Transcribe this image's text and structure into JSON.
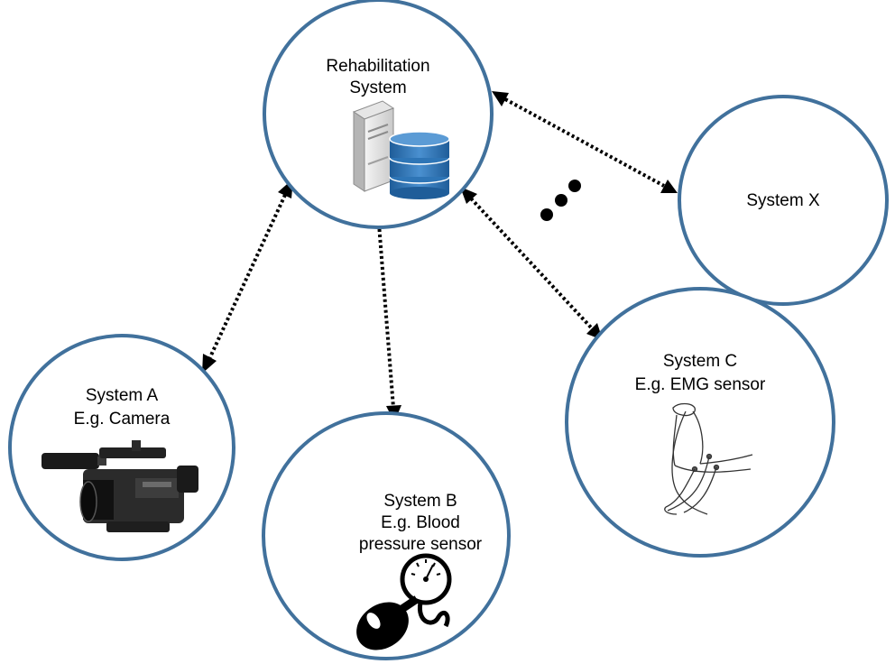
{
  "diagram": {
    "nodes": {
      "rehab": {
        "line1": "Rehabilitation",
        "line2": "System",
        "icon": "server-database-icon"
      },
      "system_a": {
        "line1": "System A",
        "line2": "E.g. Camera",
        "icon": "video-camera-icon"
      },
      "system_b": {
        "line1": "System B",
        "line2": "E.g. Blood",
        "line3": "pressure sensor",
        "icon": "blood-pressure-gauge-icon"
      },
      "system_c": {
        "line1": "System C",
        "line2": "E.g. EMG sensor",
        "icon": "emg-arm-icon"
      },
      "system_x": {
        "line1": "System X"
      }
    },
    "ellipsis_icon": "ellipsis-icon",
    "colors": {
      "circle_stroke": "#41719c",
      "link": "#000000",
      "database_blue": "#2e75b6"
    }
  }
}
